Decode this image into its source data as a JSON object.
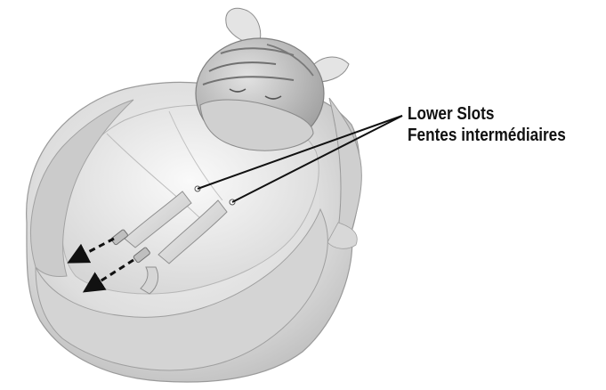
{
  "callout": {
    "label_en": "Lower Slots",
    "label_fr": "Fentes intermédiaires"
  },
  "colors": {
    "line": "#111111",
    "fabric_light": "#e6e6e6",
    "fabric_mid": "#cfcfcf",
    "fabric_dark": "#a9a9a9"
  },
  "icons": {
    "arrow_upper": "dashed-arrow-left",
    "arrow_lower": "dashed-arrow-left"
  }
}
